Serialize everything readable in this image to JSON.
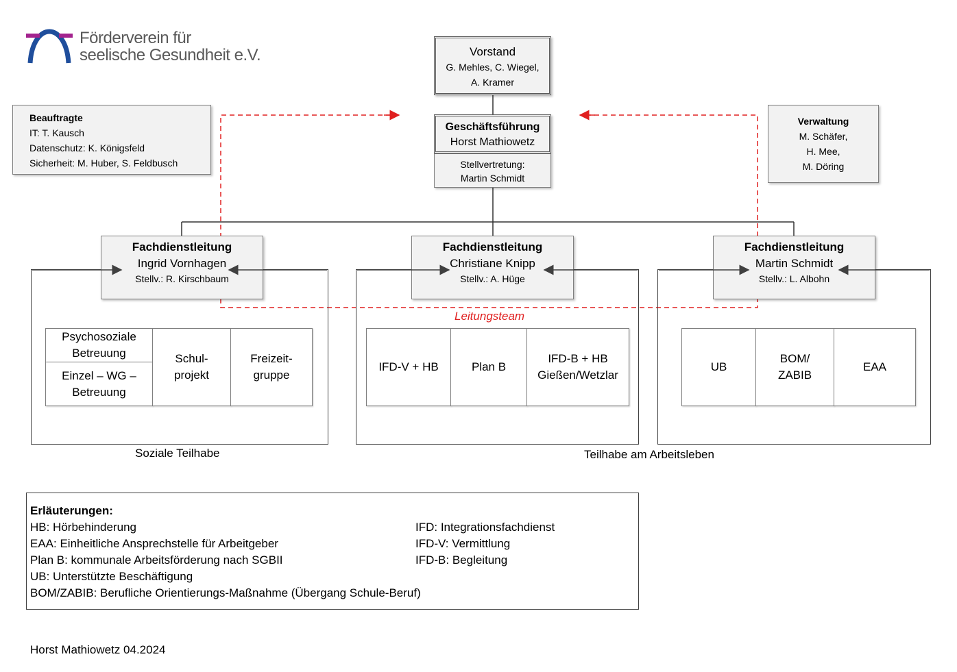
{
  "logo": {
    "line1": "Förderverein für",
    "line2": "seelische Gesundheit e.V.",
    "colors": {
      "blue": "#1f4e9c",
      "magenta": "#a3238e",
      "text": "#595959"
    }
  },
  "vorstand": {
    "title": "Vorstand",
    "members_line1": "G. Mehles, C. Wiegel,",
    "members_line2": "A. Kramer"
  },
  "geschaeftsfuehrung": {
    "title": "Geschäftsführung",
    "name": "Horst Mathiowetz",
    "deputy_label": "Stellvertretung:",
    "deputy_name": "Martin Schmidt"
  },
  "beauftragte": {
    "title": "Beauftragte",
    "it": "IT: T. Kausch",
    "datenschutz": "Datenschutz: K. Königsfeld",
    "sicherheit": "Sicherheit: M. Huber, S. Feldbusch"
  },
  "verwaltung": {
    "title": "Verwaltung",
    "line1": "M. Schäfer,",
    "line2": "H. Mee,",
    "line3": "M. Döring"
  },
  "fdl_left": {
    "title": "Fachdienstleitung",
    "name": "Ingrid Vornhagen",
    "deputy": "Stellv.: R. Kirschbaum"
  },
  "fdl_mid": {
    "title": "Fachdienstleitung",
    "name": "Christiane Knipp",
    "deputy": "Stellv.: A. Hüge"
  },
  "fdl_right": {
    "title": "Fachdienstleitung",
    "name": "Martin Schmidt",
    "deputy": "Stellv.: L. Albohn"
  },
  "leitungsteam": {
    "label": "Leitungsteam",
    "color": "#e02020"
  },
  "units_left": {
    "psycho_line1": "Psychosoziale",
    "psycho_line2": "Betreuung",
    "einzel_line1": "Einzel – WG –",
    "einzel_line2": "Betreuung",
    "schul_line1": "Schul-",
    "schul_line2": "projekt",
    "frei_line1": "Freizeit-",
    "frei_line2": "gruppe"
  },
  "units_mid": {
    "ifdv": "IFD-V + HB",
    "planb": "Plan B",
    "ifdb_line1": "IFD-B + HB",
    "ifdb_line2": "Gießen/Wetzlar"
  },
  "units_right": {
    "ub": "UB",
    "bom_line1": "BOM/",
    "bom_line2": "ZABIB",
    "eaa": "EAA"
  },
  "captions": {
    "soziale": "Soziale Teilhabe",
    "arbeit": "Teilhabe am Arbeitsleben"
  },
  "legend": {
    "title": "Erläuterungen:",
    "left": [
      "HB: Hörbehinderung",
      "EAA: Einheitliche Ansprechstelle für Arbeitgeber",
      "Plan B: kommunale Arbeitsförderung nach SGBII",
      "UB: Unterstützte Beschäftigung",
      "BOM/ZABIB: Berufliche Orientierungs-Maßnahme (Übergang Schule-Beruf)"
    ],
    "right": [
      "IFD: Integrationsfachdienst",
      "IFD-V: Vermittlung",
      "IFD-B: Begleitung"
    ]
  },
  "footer": "Horst Mathiowetz 04.2024"
}
